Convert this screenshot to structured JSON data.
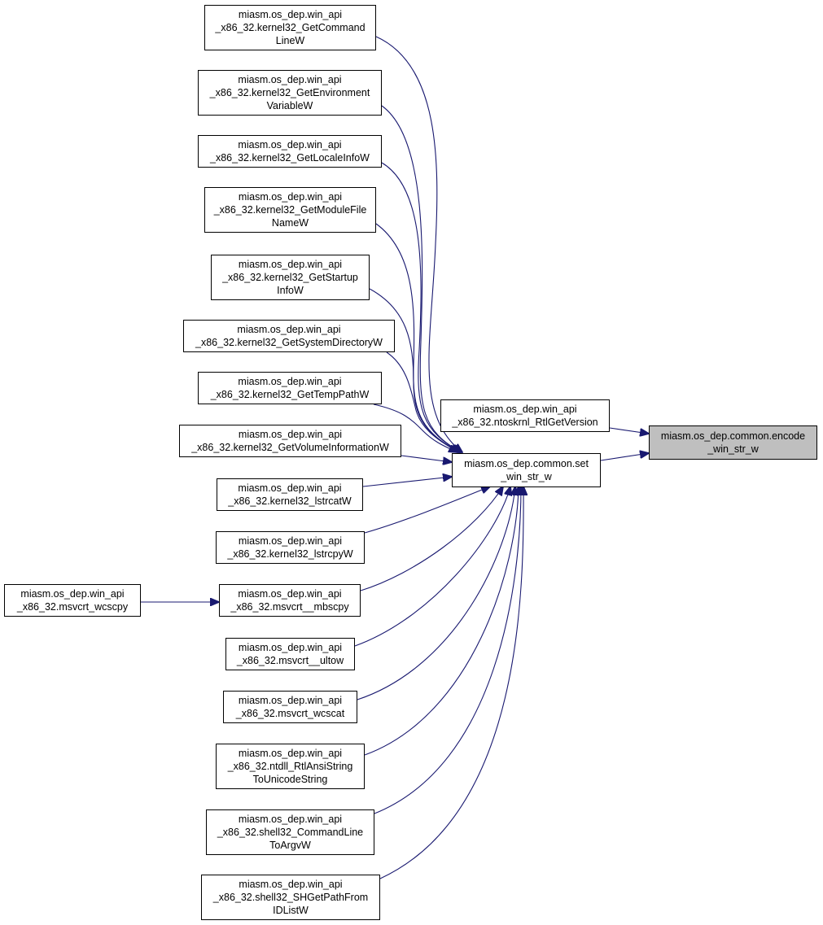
{
  "focus_node": {
    "id": "encode",
    "lines": [
      "miasm.os_dep.common.encode",
      "_win_str_w"
    ]
  },
  "nodes": [
    {
      "id": "set",
      "lines": [
        "miasm.os_dep.common.set",
        "_win_str_w"
      ]
    },
    {
      "id": "rtlgetversion",
      "lines": [
        "miasm.os_dep.win_api",
        "_x86_32.ntoskrnl_RtlGetVersion"
      ]
    },
    {
      "id": "getcommandline",
      "lines": [
        "miasm.os_dep.win_api",
        "_x86_32.kernel32_GetCommand",
        "LineW"
      ]
    },
    {
      "id": "getenv",
      "lines": [
        "miasm.os_dep.win_api",
        "_x86_32.kernel32_GetEnvironment",
        "VariableW"
      ]
    },
    {
      "id": "getlocale",
      "lines": [
        "miasm.os_dep.win_api",
        "_x86_32.kernel32_GetLocaleInfoW"
      ]
    },
    {
      "id": "getmodule",
      "lines": [
        "miasm.os_dep.win_api",
        "_x86_32.kernel32_GetModuleFile",
        "NameW"
      ]
    },
    {
      "id": "getstartup",
      "lines": [
        "miasm.os_dep.win_api",
        "_x86_32.kernel32_GetStartup",
        "InfoW"
      ]
    },
    {
      "id": "getsysdir",
      "lines": [
        "miasm.os_dep.win_api",
        "_x86_32.kernel32_GetSystemDirectoryW"
      ]
    },
    {
      "id": "gettemp",
      "lines": [
        "miasm.os_dep.win_api",
        "_x86_32.kernel32_GetTempPathW"
      ]
    },
    {
      "id": "getvolume",
      "lines": [
        "miasm.os_dep.win_api",
        "_x86_32.kernel32_GetVolumeInformationW"
      ]
    },
    {
      "id": "lstrcat",
      "lines": [
        "miasm.os_dep.win_api",
        "_x86_32.kernel32_lstrcatW"
      ]
    },
    {
      "id": "lstrcpy",
      "lines": [
        "miasm.os_dep.win_api",
        "_x86_32.kernel32_lstrcpyW"
      ]
    },
    {
      "id": "mbscpy",
      "lines": [
        "miasm.os_dep.win_api",
        "_x86_32.msvcrt__mbscpy"
      ]
    },
    {
      "id": "wcscpy",
      "lines": [
        "miasm.os_dep.win_api",
        "_x86_32.msvcrt_wcscpy"
      ]
    },
    {
      "id": "ultow",
      "lines": [
        "miasm.os_dep.win_api",
        "_x86_32.msvcrt__ultow"
      ]
    },
    {
      "id": "wcscat",
      "lines": [
        "miasm.os_dep.win_api",
        "_x86_32.msvcrt_wcscat"
      ]
    },
    {
      "id": "rtlansi",
      "lines": [
        "miasm.os_dep.win_api",
        "_x86_32.ntdll_RtlAnsiString",
        "ToUnicodeString"
      ]
    },
    {
      "id": "cmdline2argv",
      "lines": [
        "miasm.os_dep.win_api",
        "_x86_32.shell32_CommandLine",
        "ToArgvW"
      ]
    },
    {
      "id": "shgetpath",
      "lines": [
        "miasm.os_dep.win_api",
        "_x86_32.shell32_SHGetPathFrom",
        "IDListW"
      ]
    }
  ],
  "edges": [
    {
      "from": "getcommandline",
      "to": "set"
    },
    {
      "from": "getenv",
      "to": "set"
    },
    {
      "from": "getlocale",
      "to": "set"
    },
    {
      "from": "getmodule",
      "to": "set"
    },
    {
      "from": "getstartup",
      "to": "set"
    },
    {
      "from": "getsysdir",
      "to": "set"
    },
    {
      "from": "gettemp",
      "to": "set"
    },
    {
      "from": "getvolume",
      "to": "set"
    },
    {
      "from": "lstrcat",
      "to": "set"
    },
    {
      "from": "lstrcpy",
      "to": "set"
    },
    {
      "from": "mbscpy",
      "to": "set"
    },
    {
      "from": "ultow",
      "to": "set"
    },
    {
      "from": "wcscat",
      "to": "set"
    },
    {
      "from": "rtlansi",
      "to": "set"
    },
    {
      "from": "cmdline2argv",
      "to": "set"
    },
    {
      "from": "shgetpath",
      "to": "set"
    },
    {
      "from": "wcscpy",
      "to": "mbscpy"
    },
    {
      "from": "set",
      "to": "encode"
    },
    {
      "from": "rtlgetversion",
      "to": "encode"
    }
  ],
  "colors": {
    "edge": "#191970",
    "focus_fill": "#bfbfbf",
    "node_border": "#000000"
  }
}
